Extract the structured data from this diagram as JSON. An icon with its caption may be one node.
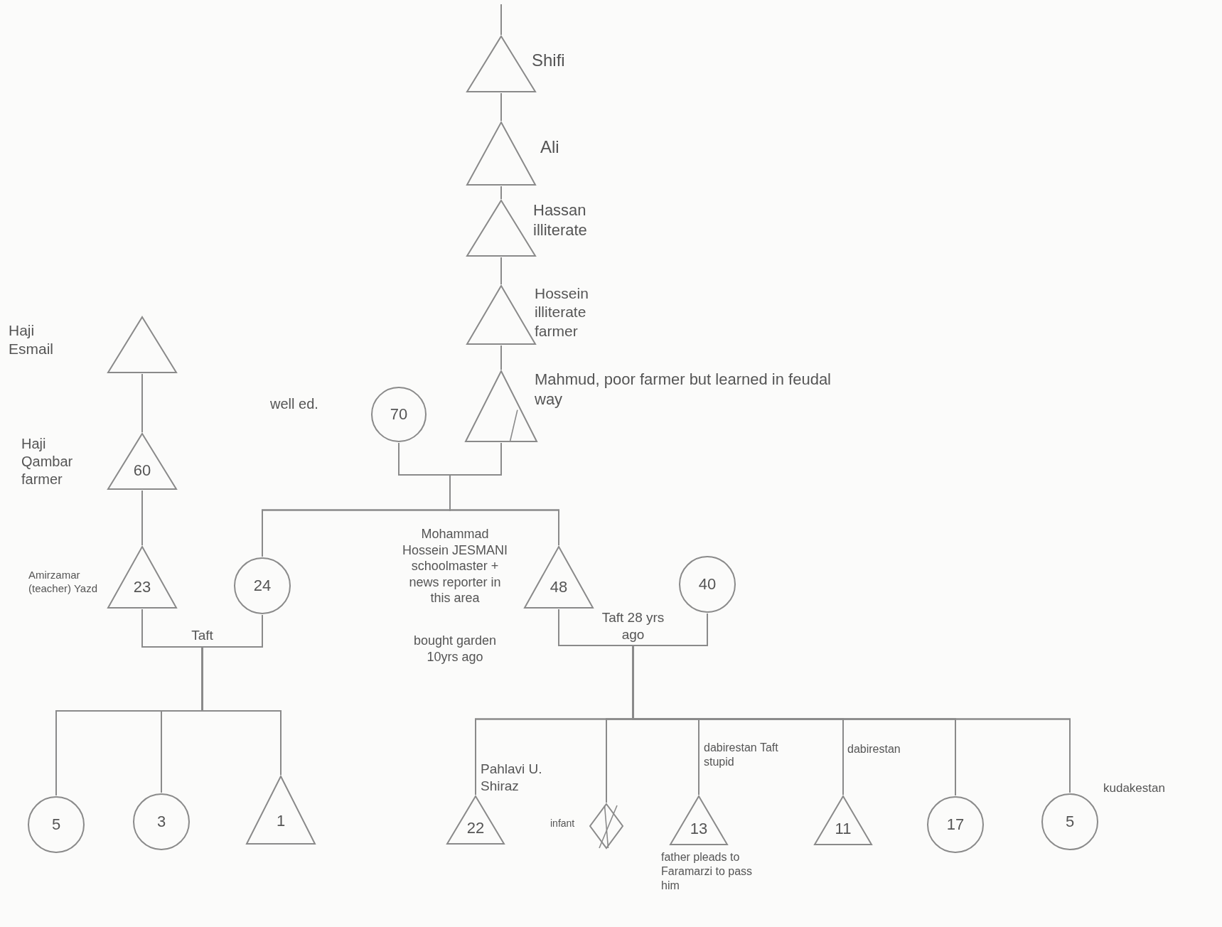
{
  "diagram": {
    "nodes": [
      {
        "text": [],
        "shape": "triangle",
        "beside": [
          "Shifi"
        ]
      },
      {
        "text": [],
        "shape": "triangle",
        "beside": [
          "Ali"
        ]
      },
      {
        "text": [],
        "shape": "triangle",
        "beside": [
          "Hassan illiterate"
        ]
      },
      {
        "text": [],
        "shape": "triangle",
        "beside": [
          "Hossein illiterate farmer"
        ]
      },
      {
        "text": [],
        "shape": "triangle",
        "beside": [
          "Mahmud, poor farmer but learned in feudal way"
        ]
      },
      {
        "text": [
          "70"
        ],
        "beside": [
          "well ed."
        ]
      },
      {
        "text": [],
        "shape": "triangle",
        "beside": [
          "Haji Esmail"
        ]
      },
      {
        "text": [
          "60"
        ],
        "beside": [
          "Haji Qambar farmer"
        ]
      },
      {
        "text": [
          "23"
        ],
        "beside": [
          "Amirzamar (teacher) Yazd"
        ]
      },
      {
        "text": [
          "24"
        ]
      },
      {
        "text": [
          "48"
        ],
        "beside": [
          "Mohammad Hossein JESMANI schoolmaster + news reporter in this area",
          "bought garden 10yrs ago"
        ]
      },
      {
        "text": [
          "40"
        ]
      },
      {
        "text": [
          "5"
        ]
      },
      {
        "text": [
          "3"
        ]
      },
      {
        "text": [
          "1"
        ]
      },
      {
        "text": [
          "22"
        ],
        "beside": [
          "Pahlavi U. Shiraz"
        ]
      },
      {
        "text": [],
        "shape": "diamond",
        "beside": [
          "infant"
        ]
      },
      {
        "text": [
          "13"
        ],
        "beside": [
          "dabirestan Taft stupid",
          "father pleads to Faramarzi to pass him"
        ]
      },
      {
        "text": [
          "11"
        ],
        "beside": [
          "dabirestan"
        ]
      },
      {
        "text": [
          "17"
        ]
      },
      {
        "text": [
          "5"
        ],
        "beside": [
          "kudakestan"
        ]
      }
    ],
    "edges": [
      {
        "from": null,
        "to": 0,
        "arrow": "none"
      },
      {
        "from": 0,
        "to": 1,
        "arrow": "none"
      },
      {
        "from": 1,
        "to": 2,
        "arrow": "none"
      },
      {
        "from": 2,
        "to": 3,
        "arrow": "none"
      },
      {
        "from": 3,
        "to": 4,
        "arrow": "none"
      },
      {
        "from": 6,
        "to": 7,
        "arrow": "none"
      },
      {
        "from": 7,
        "to": 8,
        "arrow": "none"
      },
      {
        "from": 5,
        "to": 4,
        "arrow": "none"
      },
      {
        "from": 8,
        "to": 9,
        "arrow": "none",
        "label": "Taft"
      },
      {
        "from": 10,
        "to": 11,
        "arrow": "none",
        "label": "Taft 28 yrs ago"
      },
      {
        "from": 5,
        "to": 9,
        "arrow": "none"
      },
      {
        "from": 4,
        "to": 9,
        "arrow": "none"
      },
      {
        "from": 5,
        "to": 10,
        "arrow": "none"
      },
      {
        "from": 4,
        "to": 10,
        "arrow": "none"
      },
      {
        "from": 8,
        "to": 12,
        "arrow": "none"
      },
      {
        "from": 9,
        "to": 12,
        "arrow": "none"
      },
      {
        "from": 8,
        "to": 13,
        "arrow": "none"
      },
      {
        "from": 9,
        "to": 13,
        "arrow": "none"
      },
      {
        "from": 8,
        "to": 14,
        "arrow": "none"
      },
      {
        "from": 9,
        "to": 14,
        "arrow": "none"
      },
      {
        "from": 10,
        "to": 15,
        "arrow": "none"
      },
      {
        "from": 11,
        "to": 15,
        "arrow": "none"
      },
      {
        "from": 10,
        "to": 16,
        "arrow": "none"
      },
      {
        "from": 11,
        "to": 16,
        "arrow": "none"
      },
      {
        "from": 10,
        "to": 17,
        "arrow": "none"
      },
      {
        "from": 11,
        "to": 17,
        "arrow": "none"
      },
      {
        "from": 10,
        "to": 18,
        "arrow": "none"
      },
      {
        "from": 11,
        "to": 18,
        "arrow": "none"
      },
      {
        "from": 10,
        "to": 19,
        "arrow": "none"
      },
      {
        "from": 11,
        "to": 19,
        "arrow": "none"
      },
      {
        "from": 10,
        "to": 20,
        "arrow": "none"
      },
      {
        "from": 11,
        "to": 20,
        "arrow": "none"
      }
    ]
  }
}
